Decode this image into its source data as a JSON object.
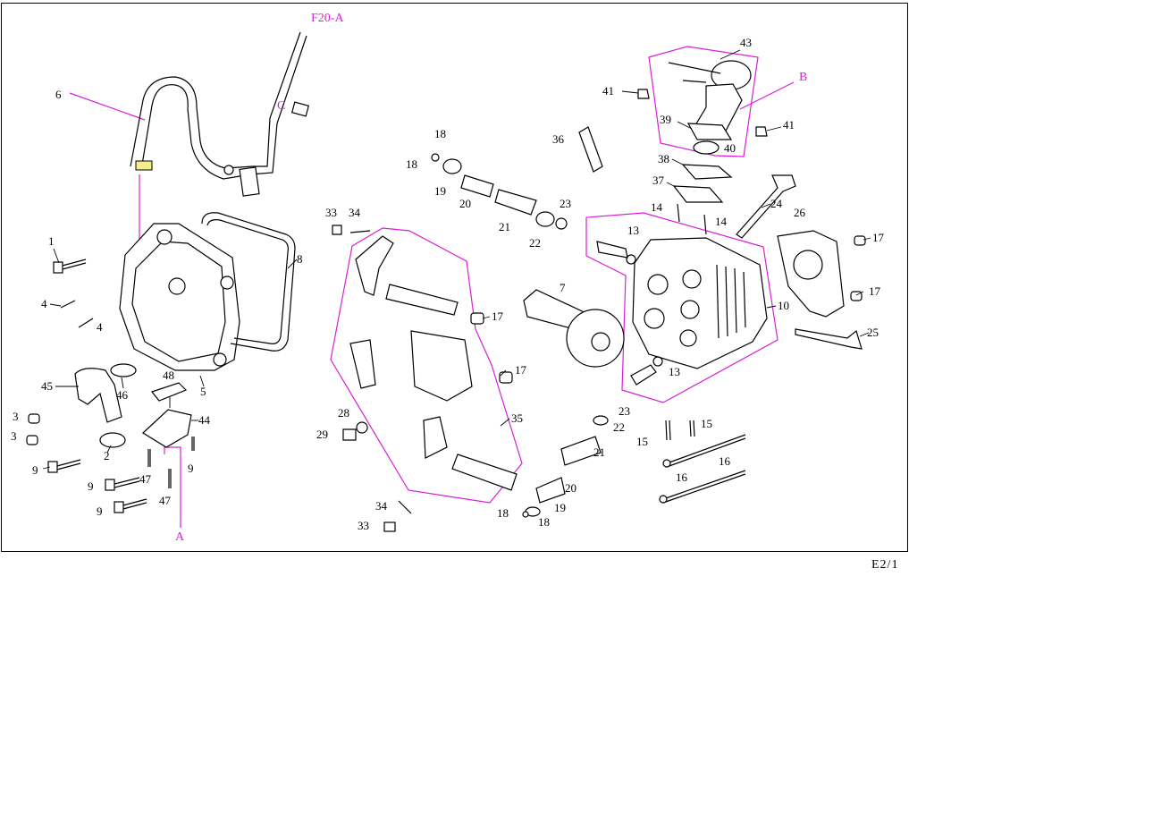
{
  "page_code": "E2/1",
  "references": {
    "f20a": "F20-A",
    "a": "A",
    "b": "B",
    "c": "C"
  },
  "callouts": {
    "c1": "1",
    "c2": "2",
    "c3a": "3",
    "c3b": "3",
    "c4a": "4",
    "c4b": "4",
    "c5": "5",
    "c6": "6",
    "c7": "7",
    "c8": "8",
    "c9a": "9",
    "c9b": "9",
    "c9c": "9",
    "c9d": "9",
    "c10": "10",
    "c13a": "13",
    "c13b": "13",
    "c14a": "14",
    "c14b": "14",
    "c15a": "15",
    "c15b": "15",
    "c16a": "16",
    "c16b": "16",
    "c17a": "17",
    "c17b": "17",
    "c17c": "17",
    "c17d": "17",
    "c18a": "18",
    "c18b": "18",
    "c18c": "18",
    "c18d": "18",
    "c19a": "19",
    "c19b": "19",
    "c20a": "20",
    "c20b": "20",
    "c21a": "21",
    "c21b": "21",
    "c22a": "22",
    "c22b": "22",
    "c23a": "23",
    "c23b": "23",
    "c24": "24",
    "c25": "25",
    "c26": "26",
    "c28": "28",
    "c29": "29",
    "c33a": "33",
    "c33b": "33",
    "c34a": "34",
    "c34b": "34",
    "c35": "35",
    "c36": "36",
    "c37": "37",
    "c38": "38",
    "c39": "39",
    "c40": "40",
    "c41a": "41",
    "c41b": "41",
    "c43": "43",
    "c44": "44",
    "c45": "45",
    "c46": "46",
    "c47a": "47",
    "c47b": "47",
    "c48": "48"
  },
  "colors": {
    "accent": "#d81fd8",
    "line": "#000000",
    "background": "#ffffff"
  }
}
